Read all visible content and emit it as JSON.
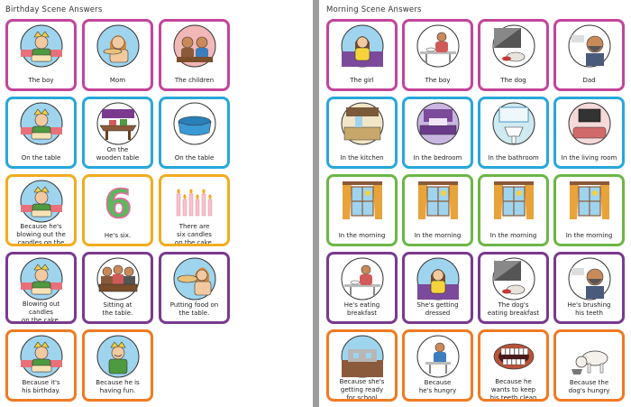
{
  "colors": {
    "magenta": "#c2459a",
    "blue": "#27a7db",
    "yellow": "#f2ac1e",
    "purple": "#7a3a8e",
    "orange": "#f07a22",
    "green": "#6cb646",
    "divider": "#9d9d9d"
  },
  "left": {
    "title": "Birthday Scene Answers",
    "cards": [
      {
        "text": "The boy",
        "border": "#c2459a",
        "icon": "boy-cake-icon"
      },
      {
        "text": "Mom",
        "border": "#c2459a",
        "icon": "mom-icon"
      },
      {
        "text": "The children",
        "border": "#c2459a",
        "icon": "children-icon"
      },
      {
        "text": "On the table",
        "border": "#27a7db",
        "icon": "boy-cake-icon"
      },
      {
        "text": "On the\nwooden table",
        "border": "#27a7db",
        "icon": "wooden-table-icon"
      },
      {
        "text": "On the table",
        "border": "#27a7db",
        "icon": "tablecloth-icon"
      },
      {
        "text": "Because he's\nblowing out the\ncandles on the cake.",
        "border": "#f2ac1e",
        "icon": "boy-cake-icon"
      },
      {
        "text": "He's six.",
        "border": "#f2ac1e",
        "icon": "number-six-icon"
      },
      {
        "text": "There are\nsix candles\non the cake.",
        "border": "#f2ac1e",
        "icon": "candles-icon"
      },
      {
        "text": "Blowing out\ncandles\non the cake.",
        "border": "#7a3a8e",
        "icon": "boy-cake-icon"
      },
      {
        "text": "Sitting at\nthe table.",
        "border": "#7a3a8e",
        "icon": "children-table-icon"
      },
      {
        "text": "Putting food on\nthe table.",
        "border": "#7a3a8e",
        "icon": "mom-food-icon"
      },
      {
        "text": "Because it's\nhis birthday.",
        "border": "#f07a22",
        "icon": "boy-cake-icon"
      },
      {
        "text": "Because he is\nhaving fun.",
        "border": "#f07a22",
        "icon": "boy-fun-icon"
      }
    ]
  },
  "right": {
    "title": "Morning Scene Answers",
    "cards": [
      {
        "text": "The girl",
        "border": "#c2459a",
        "icon": "girl-dressing-icon"
      },
      {
        "text": "The boy",
        "border": "#c2459a",
        "icon": "boy-breakfast-icon"
      },
      {
        "text": "The dog",
        "border": "#c2459a",
        "icon": "dog-eating-icon"
      },
      {
        "text": "Dad",
        "border": "#c2459a",
        "icon": "dad-brushing-icon"
      },
      {
        "text": "In the kitchen",
        "border": "#27a7db",
        "icon": "kitchen-icon"
      },
      {
        "text": "In the bedroom",
        "border": "#27a7db",
        "icon": "bedroom-icon"
      },
      {
        "text": "In the bathroom",
        "border": "#27a7db",
        "icon": "bathroom-icon"
      },
      {
        "text": "In the living room",
        "border": "#27a7db",
        "icon": "living-room-icon"
      },
      {
        "text": "In the morning",
        "border": "#6cb646",
        "icon": "window-morning-icon"
      },
      {
        "text": "In the morning",
        "border": "#6cb646",
        "icon": "window-morning-icon"
      },
      {
        "text": "In the morning",
        "border": "#6cb646",
        "icon": "window-morning-icon"
      },
      {
        "text": "In the morning",
        "border": "#6cb646",
        "icon": "window-morning-icon"
      },
      {
        "text": "He's eating\nbreakfast",
        "border": "#7a3a8e",
        "icon": "boy-breakfast-icon"
      },
      {
        "text": "She's getting\ndressed",
        "border": "#7a3a8e",
        "icon": "girl-dressing-icon"
      },
      {
        "text": "The dog's\neating breakfast",
        "border": "#7a3a8e",
        "icon": "dog-eating-icon"
      },
      {
        "text": "He's brushing\nhis teeth",
        "border": "#7a3a8e",
        "icon": "dad-brushing-icon"
      },
      {
        "text": "Because she's\ngetting ready\nfor school",
        "border": "#f07a22",
        "icon": "school-icon"
      },
      {
        "text": "Because\nhe's hungry",
        "border": "#f07a22",
        "icon": "boy-hungry-icon"
      },
      {
        "text": "Because he\nwants to keep\nhis teeth clean",
        "border": "#f07a22",
        "icon": "teeth-icon"
      },
      {
        "text": "Because the\ndog's hungry",
        "border": "#f07a22",
        "icon": "dog-bowl-icon"
      }
    ]
  }
}
